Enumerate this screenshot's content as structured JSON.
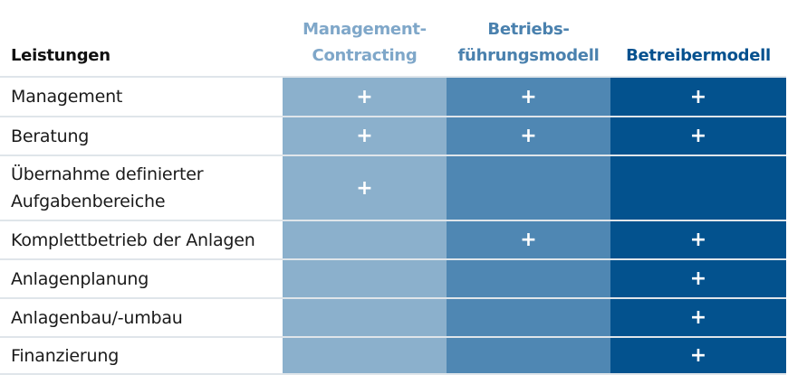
{
  "header": {
    "col0": "Leistungen",
    "col1": [
      "Management-",
      "Contracting"
    ],
    "col2": [
      "Betriebs-",
      "führungsmodell"
    ],
    "col3": "Betreibermodell"
  },
  "colors": {
    "col1": "#8bb0cc",
    "col2": "#4f87b3",
    "col3": "#03528e"
  },
  "rows": [
    {
      "label": [
        "Management"
      ],
      "cells": [
        "+",
        "+",
        "+"
      ]
    },
    {
      "label": [
        "Beratung"
      ],
      "cells": [
        "+",
        "+",
        "+"
      ]
    },
    {
      "label": [
        "Übernahme definierter",
        "Aufgabenbereiche"
      ],
      "cells": [
        "+",
        "",
        ""
      ]
    },
    {
      "label": [
        "Komplettbetrieb der Anlagen"
      ],
      "cells": [
        "",
        "+",
        "+"
      ]
    },
    {
      "label": [
        "Anlagenplanung"
      ],
      "cells": [
        "",
        "",
        "+"
      ]
    },
    {
      "label": [
        "Anlagenbau/-umbau"
      ],
      "cells": [
        "",
        "",
        "+"
      ]
    },
    {
      "label": [
        "Finanzierung"
      ],
      "cells": [
        "",
        "",
        "+"
      ]
    }
  ]
}
